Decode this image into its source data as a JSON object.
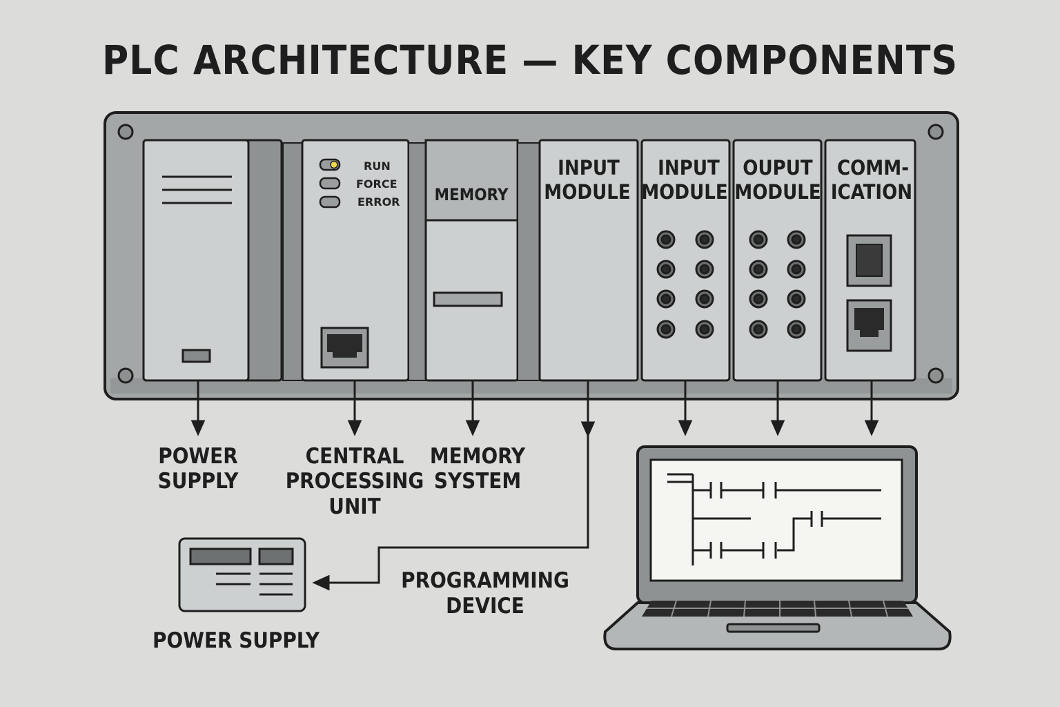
{
  "title": "PLC ARCHITECTURE — KEY COMPONENTS",
  "modules": {
    "cpu": {
      "leds": [
        "RUN",
        "FORCE",
        "ERROR"
      ]
    },
    "memory": {
      "label": "MEMORY"
    },
    "input1": {
      "line1": "INPUT",
      "line2": "MODULE"
    },
    "input2": {
      "line1": "INPUT",
      "line2": "MODULE"
    },
    "output": {
      "line1": "OUPUT",
      "line2": "MODULE"
    },
    "comm": {
      "line1": "COMM-",
      "line2": "ICATION"
    }
  },
  "captions": {
    "power_supply": [
      "POWER",
      "SUPPLY"
    ],
    "cpu": [
      "CENTRAL",
      "PROCESSING",
      "UNIT"
    ],
    "memory": [
      "MEMORY",
      "SYSTEM"
    ],
    "programming_device": [
      "PROGRAMMING",
      "DEVICE"
    ],
    "external_power": "POWER SUPPLY"
  },
  "colors": {
    "background": "#dcdcda",
    "rack": "#a4a7a7",
    "module": "#cdd0d0",
    "led_on": "#f2d84a",
    "ink": "#1e1e1e"
  },
  "icons": [
    "rj45-port-icon",
    "terminal-screw-icon",
    "ladder-logic-screen",
    "laptop-icon",
    "power-supply-unit-icon"
  ]
}
